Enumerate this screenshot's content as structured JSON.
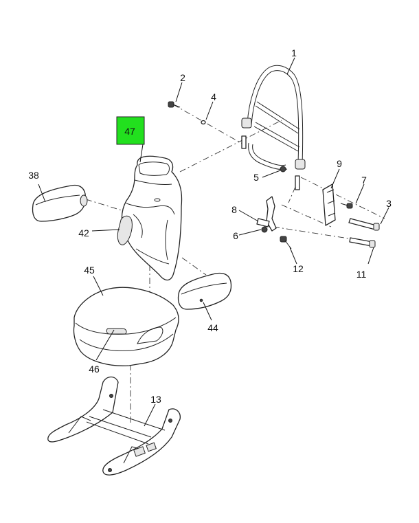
{
  "diagram": {
    "highlight_color": "#22e01e",
    "callouts": {
      "c1": "1",
      "c2": "2",
      "c3": "3",
      "c4": "4",
      "c5": "5",
      "c6": "6",
      "c7": "7",
      "c8": "8",
      "c9": "9",
      "c11": "11",
      "c12": "12",
      "c13": "13",
      "c38": "38",
      "c42": "42",
      "c44": "44",
      "c45": "45",
      "c46": "46",
      "c47": "47"
    }
  }
}
